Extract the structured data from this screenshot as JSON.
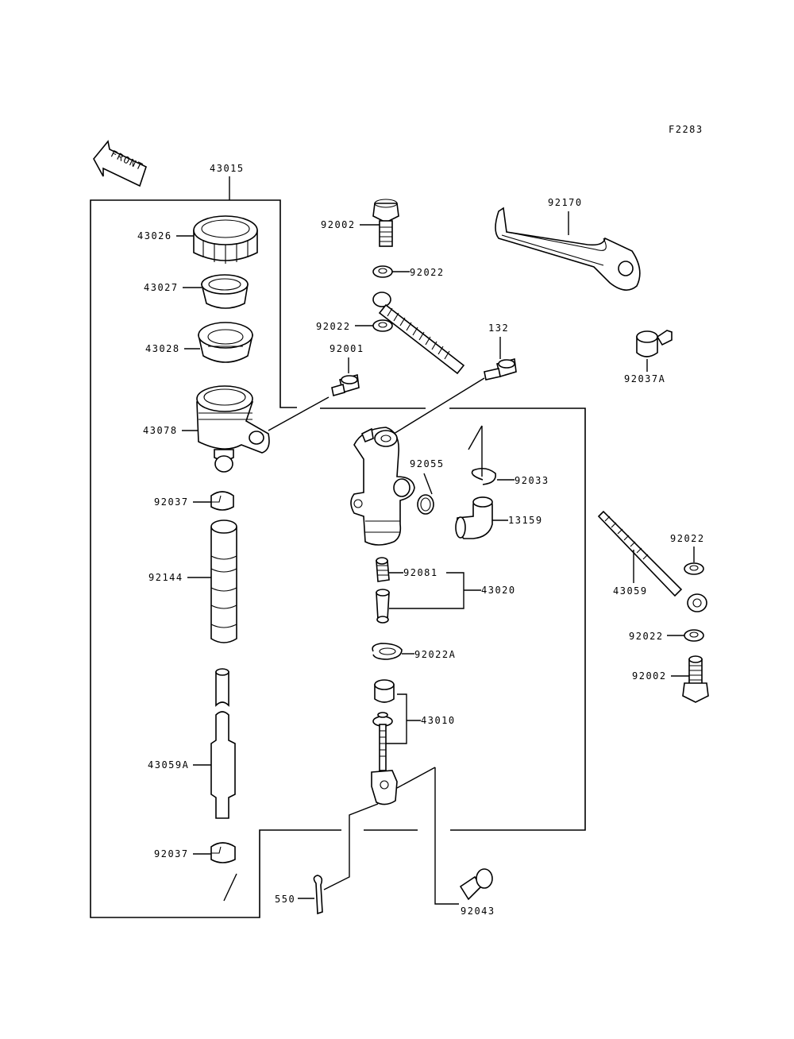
{
  "figure_code": "F2283",
  "front_label": "FRONT",
  "labels": {
    "l43015": "43015",
    "l43026": "43026",
    "l43027": "43027",
    "l43028": "43028",
    "l43078": "43078",
    "l92037a": "92037",
    "l92144": "92144",
    "l43059A": "43059A",
    "l92037b": "92037",
    "l550": "550",
    "l92002a": "92002",
    "l92022a": "92022",
    "l92022b": "92022",
    "l92001": "92001",
    "l132": "132",
    "l92170": "92170",
    "l92037A": "92037A",
    "l92055": "92055",
    "l92033": "92033",
    "l13159": "13159",
    "l92081": "92081",
    "l43020": "43020",
    "l92022A": "92022A",
    "l43010": "43010",
    "l92043": "92043",
    "l92022c": "92022",
    "l43059": "43059",
    "l92022d": "92022",
    "l92002b": "92002"
  }
}
